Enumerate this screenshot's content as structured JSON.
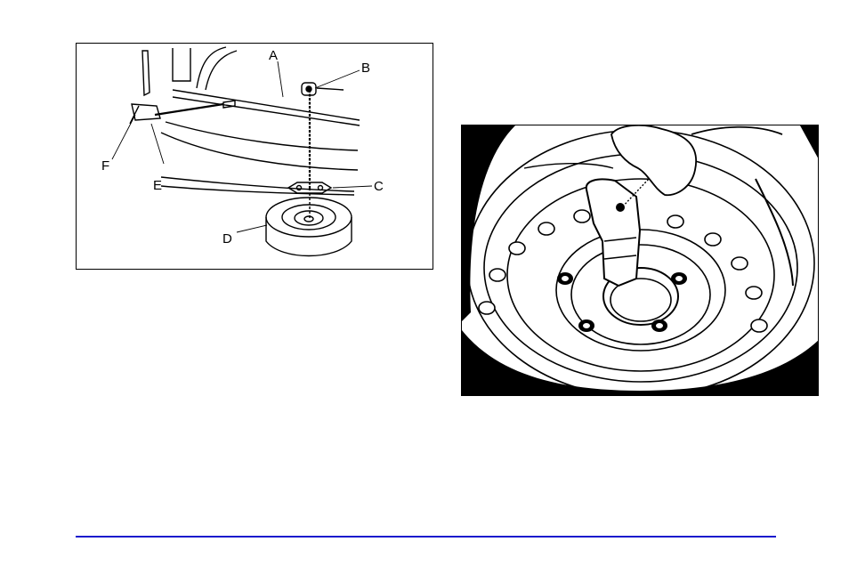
{
  "figure_left": {
    "callouts": {
      "a": "A",
      "b": "B",
      "c": "C",
      "d": "D",
      "e": "E",
      "f": "F"
    }
  },
  "colors": {
    "rule": "#1a1acd",
    "ink": "#000000",
    "paper": "#ffffff"
  }
}
